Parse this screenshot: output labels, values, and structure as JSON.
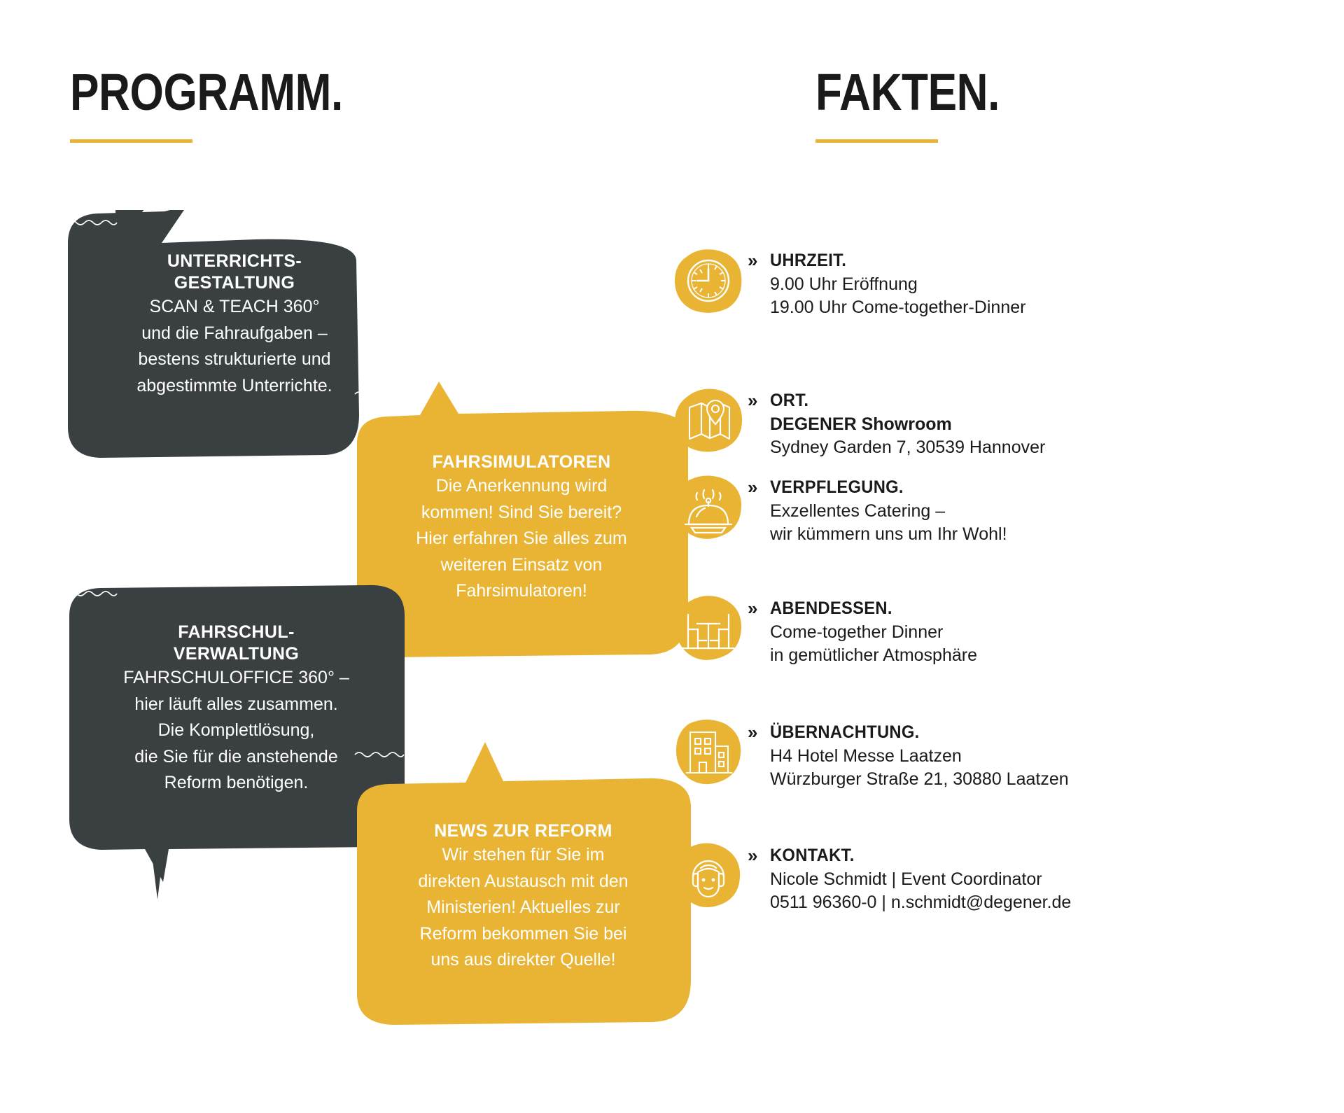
{
  "colors": {
    "yellow": "#E9B434",
    "dark": "#3A4042",
    "text": "#1A1A1A",
    "white": "#FFFFFF"
  },
  "programme": {
    "heading": "PROGRAMM.",
    "bubbles": [
      {
        "id": "unterrichtsgestaltung",
        "theme": "dark",
        "title_lines": [
          "UNTERRICHTS-",
          "GESTALTUNG"
        ],
        "body_lines": [
          "SCAN & TEACH 360°",
          "und die Fahraufgaben –",
          "bestens strukturierte und",
          "abgestimmte Unterrichte."
        ]
      },
      {
        "id": "fahrsimulatoren",
        "theme": "yellow",
        "title_lines": [
          "FAHRSIMULATOREN"
        ],
        "body_lines": [
          "Die Anerkennung wird",
          "kommen! Sind Sie bereit?",
          "Hier erfahren Sie alles zum",
          "weiteren Einsatz von",
          "Fahrsimulatoren!"
        ]
      },
      {
        "id": "fahrschulverwaltung",
        "theme": "dark",
        "title_lines": [
          "FAHRSCHUL-",
          "VERWALTUNG"
        ],
        "body_lines": [
          "FAHRSCHULOFFICE 360° –",
          "hier läuft alles zusammen.",
          "Die Komplettlösung,",
          "die Sie für die anstehende",
          "Reform benötigen."
        ]
      },
      {
        "id": "news-zur-reform",
        "theme": "yellow",
        "title_lines": [
          "NEWS ZUR REFORM"
        ],
        "body_lines": [
          "Wir stehen für Sie im",
          "direkten Austausch mit den",
          "Ministerien! Aktuelles zur",
          "Reform bekommen Sie bei",
          "uns aus direkter Quelle!"
        ]
      }
    ]
  },
  "facts": {
    "heading": "FAKTEN.",
    "chevron": "»",
    "items": [
      {
        "icon": "clock-icon",
        "label": "UHRZEIT.",
        "lines": [
          {
            "text": "9.00 Uhr Eröffnung",
            "bold": false
          },
          {
            "text": "19.00 Uhr Come-together-Dinner",
            "bold": false
          }
        ]
      },
      {
        "icon": "map-pin-icon",
        "label": "ORT.",
        "lines": [
          {
            "text": "DEGENER Showroom",
            "bold": true
          },
          {
            "text": "Sydney Garden 7, 30539 Hannover",
            "bold": false
          }
        ]
      },
      {
        "icon": "food-cloche-icon",
        "label": "VERPFLEGUNG.",
        "lines": [
          {
            "text": "Exzellentes Catering –",
            "bold": false
          },
          {
            "text": "wir kümmern uns um Ihr Wohl!",
            "bold": false
          }
        ]
      },
      {
        "icon": "table-chairs-icon",
        "label": "ABENDESSEN.",
        "lines": [
          {
            "text": "Come-together Dinner",
            "bold": false
          },
          {
            "text": "in gemütlicher Atmosphäre",
            "bold": false
          }
        ]
      },
      {
        "icon": "hotel-building-icon",
        "label": "ÜBERNACHTUNG.",
        "lines": [
          {
            "text": "H4 Hotel Messe Laatzen",
            "bold": false
          },
          {
            "text": "Würzburger Straße 21, 30880 Laatzen",
            "bold": false
          }
        ]
      },
      {
        "icon": "headset-person-icon",
        "label": "KONTAKT.",
        "lines": [
          {
            "text": "Nicole Schmidt | Event Coordinator",
            "bold": false
          },
          {
            "text": "0511 96360-0 | n.schmidt@degener.de",
            "bold": false
          }
        ]
      }
    ]
  }
}
